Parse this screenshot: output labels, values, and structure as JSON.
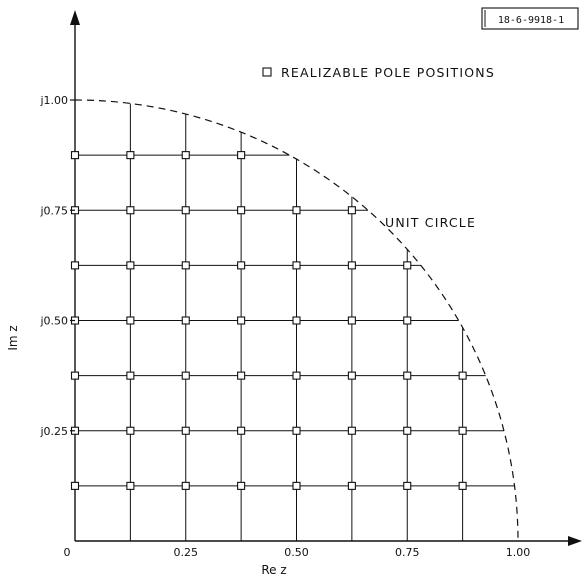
{
  "figure_id": "18-6-9918-1",
  "legend": {
    "label": "REALIZABLE POLE POSITIONS",
    "marker": "open-square"
  },
  "annotation": "UNIT CIRCLE",
  "axes": {
    "x_title": "Re z",
    "y_title": "Im z",
    "x_ticks": [
      "0",
      "0.25",
      "0.50",
      "0.75",
      "1.00"
    ],
    "y_ticks": [
      "j0.25",
      "j0.50",
      "j0.75",
      "j1.00"
    ]
  },
  "grid_step": 0.125,
  "poles": [
    [
      0.0,
      0.125
    ],
    [
      0.125,
      0.125
    ],
    [
      0.25,
      0.125
    ],
    [
      0.375,
      0.125
    ],
    [
      0.5,
      0.125
    ],
    [
      0.625,
      0.125
    ],
    [
      0.75,
      0.125
    ],
    [
      0.875,
      0.125
    ],
    [
      0.0,
      0.25
    ],
    [
      0.125,
      0.25
    ],
    [
      0.25,
      0.25
    ],
    [
      0.375,
      0.25
    ],
    [
      0.5,
      0.25
    ],
    [
      0.625,
      0.25
    ],
    [
      0.75,
      0.25
    ],
    [
      0.875,
      0.25
    ],
    [
      0.0,
      0.375
    ],
    [
      0.125,
      0.375
    ],
    [
      0.25,
      0.375
    ],
    [
      0.375,
      0.375
    ],
    [
      0.5,
      0.375
    ],
    [
      0.625,
      0.375
    ],
    [
      0.75,
      0.375
    ],
    [
      0.875,
      0.375
    ],
    [
      0.0,
      0.5
    ],
    [
      0.125,
      0.5
    ],
    [
      0.25,
      0.5
    ],
    [
      0.375,
      0.5
    ],
    [
      0.5,
      0.5
    ],
    [
      0.625,
      0.5
    ],
    [
      0.75,
      0.5
    ],
    [
      0.0,
      0.625
    ],
    [
      0.125,
      0.625
    ],
    [
      0.25,
      0.625
    ],
    [
      0.375,
      0.625
    ],
    [
      0.5,
      0.625
    ],
    [
      0.625,
      0.625
    ],
    [
      0.75,
      0.625
    ],
    [
      0.0,
      0.75
    ],
    [
      0.125,
      0.75
    ],
    [
      0.25,
      0.75
    ],
    [
      0.375,
      0.75
    ],
    [
      0.5,
      0.75
    ],
    [
      0.625,
      0.75
    ],
    [
      0.0,
      0.875
    ],
    [
      0.125,
      0.875
    ],
    [
      0.25,
      0.875
    ],
    [
      0.375,
      0.875
    ]
  ]
}
